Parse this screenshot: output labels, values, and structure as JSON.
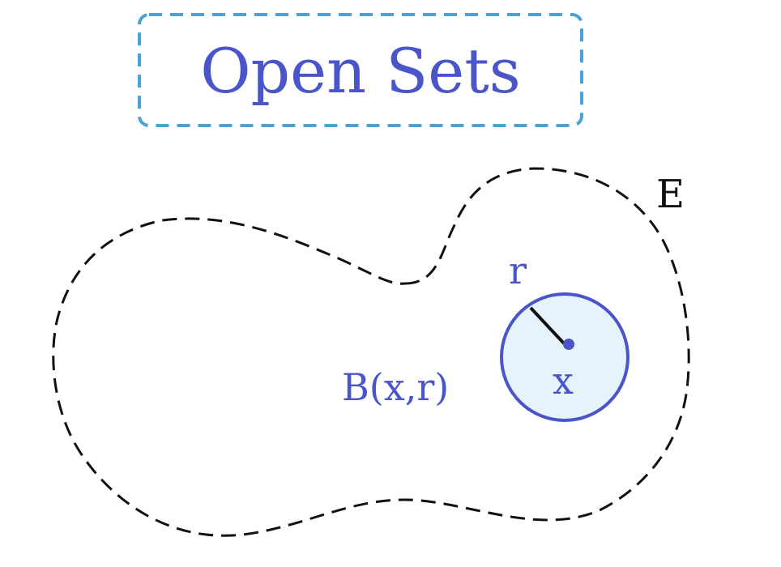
{
  "title": "Open Sets",
  "set_label": "E",
  "ball_label": "B(x,r)",
  "radius_label": "r",
  "center_label": "x",
  "colors": {
    "title_text": "#4a55c9",
    "title_border": "#4aa3d6",
    "set_outline": "#111111",
    "ball_fill": "#e6f3fa",
    "ball_stroke": "#4a55c9",
    "label_blue": "#4a55c9",
    "label_black": "#111111"
  }
}
